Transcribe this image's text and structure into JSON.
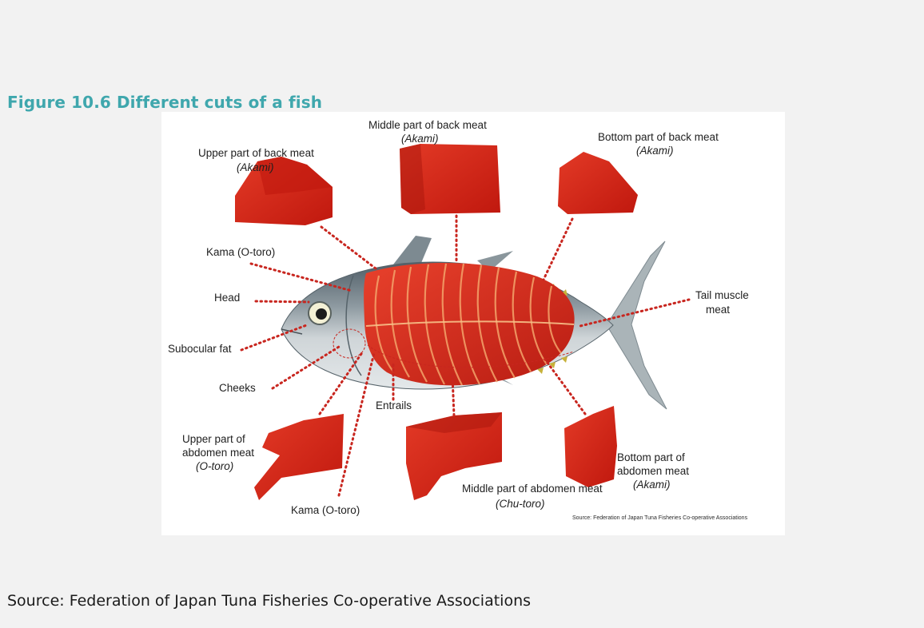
{
  "figure": {
    "title": "Figure 10.6 Different cuts of a fish",
    "source_caption": "Source: Federation of Japan Tuna Fisheries Co-operative Associations"
  },
  "diagram": {
    "labels": {
      "upper_back": "Upper part of back meat",
      "upper_back_sub": "(Akami)",
      "middle_back": "Middle part of back meat",
      "middle_back_sub": "(Akami)",
      "bottom_back": "Bottom part of back meat",
      "bottom_back_sub": "(Akami)",
      "kama_top": "Kama (O-toro)",
      "head": "Head",
      "subocular": "Subocular fat",
      "cheeks": "Cheeks",
      "entrails": "Entrails",
      "tail_1": "Tail muscle",
      "tail_2": "meat",
      "upper_abd_1": "Upper part of",
      "upper_abd_2": "abdomen meat",
      "upper_abd_3": "(O-toro)",
      "kama_bottom": "Kama (O-toro)",
      "middle_abd": "Middle part of abdomen meat",
      "middle_abd_sub": "(Chu-toro)",
      "bottom_abd_1": "Bottom part of",
      "bottom_abd_2": "abdomen meat",
      "bottom_abd_3": "(Akami)",
      "inset_source": "Source: Federation of Japan Tuna Fisheries Co-operative Associations"
    },
    "colors": {
      "meat": "#d6281c",
      "leader_dots": "#c8261f",
      "fish_back": "#5c6a72",
      "fish_belly": "#d9dee0",
      "title": "#3fa7ad"
    }
  }
}
